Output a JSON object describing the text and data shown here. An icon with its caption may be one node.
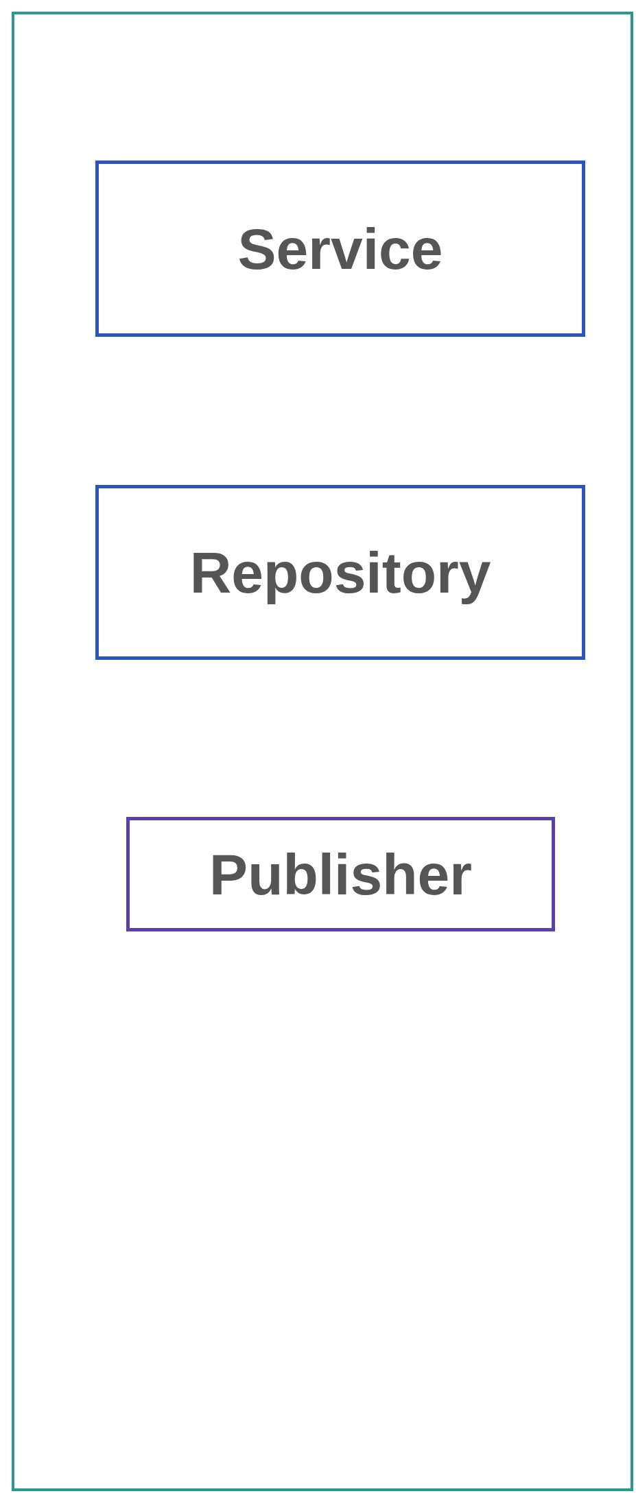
{
  "diagram": {
    "nodes": [
      {
        "text": [],
        "shape": "box"
      },
      {
        "text": [
          "Service"
        ],
        "in": 0
      },
      {
        "text": [
          "Repository"
        ],
        "in": 0
      },
      {
        "text": [
          "Publisher"
        ],
        "in": 0
      }
    ]
  }
}
